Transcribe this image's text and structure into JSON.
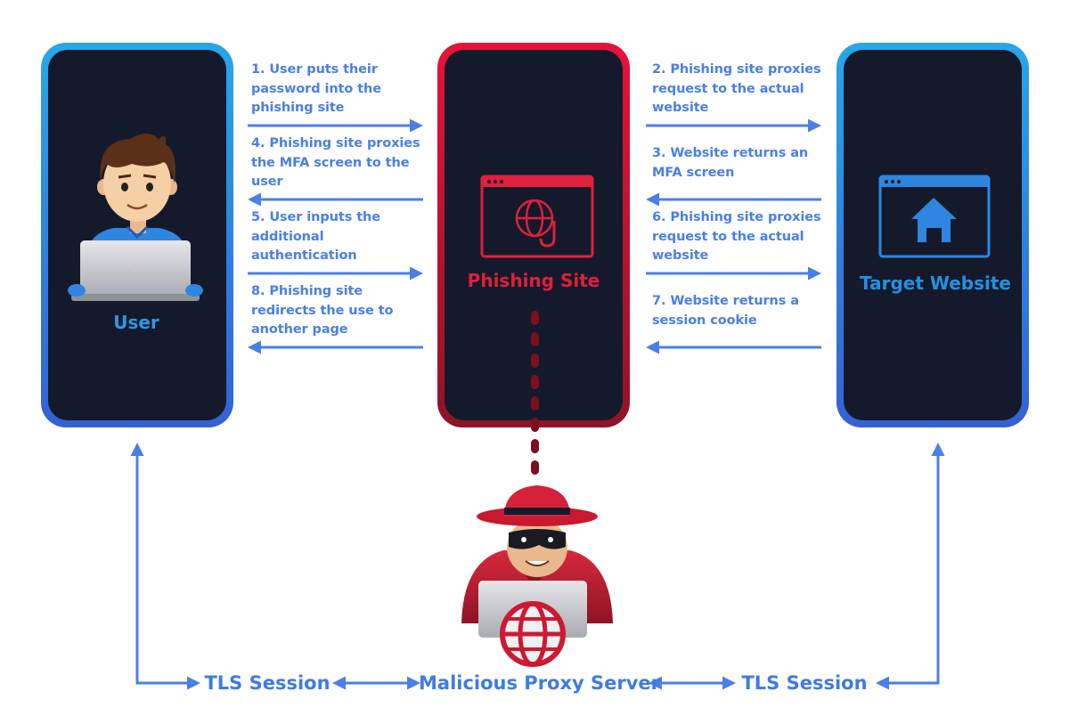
{
  "panels": {
    "user": {
      "label": "User"
    },
    "phishing": {
      "label": "Phishing Site"
    },
    "target": {
      "label": "Target Website"
    }
  },
  "steps": {
    "s1": "1. User puts their\npassword into the\nphishing site",
    "s2": "2. Phishing site proxies\nrequest to the actual\nwebsite",
    "s3": "3. Website returns an\nMFA screen",
    "s4": "4. Phishing site proxies\nthe MFA screen to the\nuser",
    "s5": "5. User inputs the\nadditional\nauthentication",
    "s6": "6. Phishing site proxies\nrequest to the actual\nwebsite",
    "s7": "7. Website returns a\nsession cookie",
    "s8": "8. Phishing site\nredirects the use to\nanother page"
  },
  "bottom": {
    "tls_left": "TLS Session",
    "proxy": "Malicious Proxy Server",
    "tls_right": "TLS Session"
  },
  "colors": {
    "arrow_blue": "#4a7fe8",
    "panel_dark": "#141a2b",
    "phish_red": "#e0203c",
    "dark_red": "#7a0f1e",
    "user_blue": "#2f97e6"
  },
  "icons": [
    "user-avatar-icon",
    "laptop-icon",
    "phishing-browser-icon",
    "globe-hook-icon",
    "home-browser-icon",
    "hacker-avatar-icon",
    "globe-icon"
  ]
}
